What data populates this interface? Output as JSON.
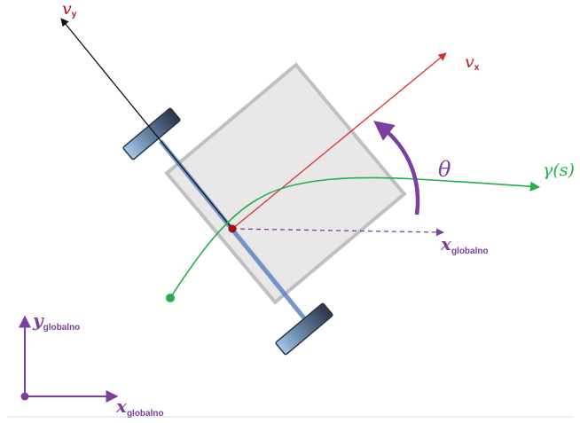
{
  "labels": {
    "v_y": {
      "main": "v",
      "sub": "y"
    },
    "v_x": {
      "main": "v",
      "sub": "x"
    },
    "theta": "θ",
    "gamma": "γ(s)",
    "x_global_robot": {
      "main": "x",
      "sub": "globalno"
    },
    "y_global_axis": {
      "main": "y",
      "sub": "globalno"
    },
    "x_global_axis": {
      "main": "x",
      "sub": "globalno"
    }
  },
  "colors": {
    "v_y_axis": "#111111",
    "v_y_label": "#b01818",
    "v_x_axis": "#d83030",
    "v_x_label": "#c02020",
    "path": "#22b04b",
    "theta_arc": "#7b3fa0",
    "global_axes": "#7b3fa0",
    "robot_body_fill": "#e9e6e8",
    "robot_body_stroke": "#bdbdbd",
    "wheel": "#3a4658",
    "axle": "#5b86c0",
    "center_point": "#a01010",
    "divider": "#dddddd"
  },
  "icons": {
    "robot": "robot-body-icon",
    "wheel": "wheel-icon"
  }
}
